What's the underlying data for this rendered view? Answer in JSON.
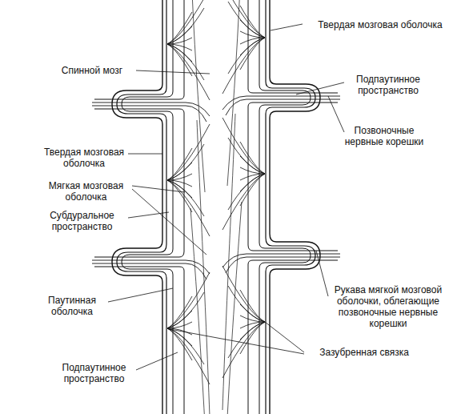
{
  "diagram": {
    "labels": [
      "Спинной мозг",
      "Твердая мозговая оболочка",
      "Мягкая мозговая оболочка",
      "Субдуральное пространство",
      "Паутинная оболочка",
      "Подпаутинное пространство",
      "Твердая мозговая оболочка",
      "Подпаутинное пространство",
      "Позвоночные нервные корешки",
      "Рукава мягкой мозговой оболочки, облегающие позвоночные нервные корешки",
      "Зазубренная связка"
    ]
  }
}
